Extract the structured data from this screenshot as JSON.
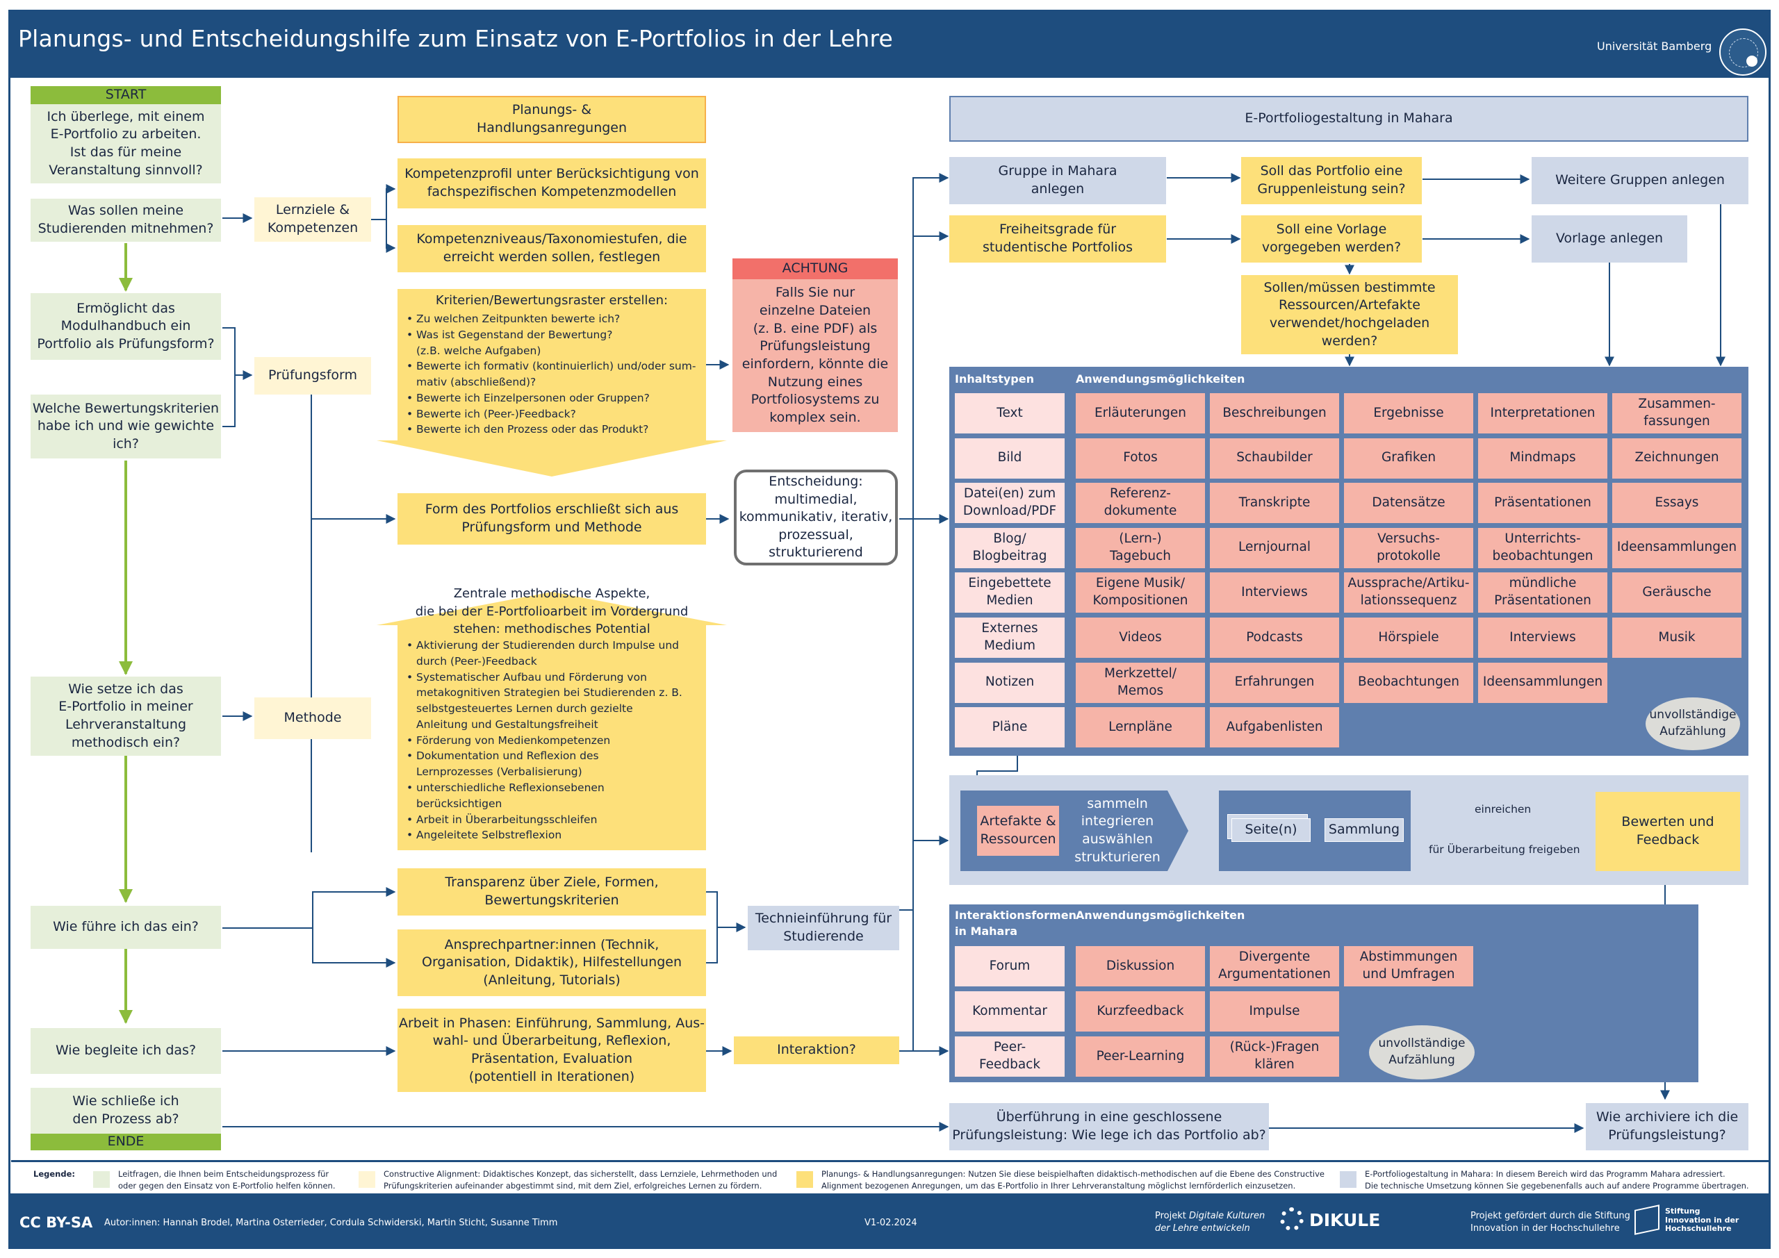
{
  "header": {
    "title": "Planungs- und Entscheidungshilfe zum Einsatz von E-Portfolios in der Lehre",
    "university": "Universität Bamberg"
  },
  "flow": {
    "start": "START",
    "end": "ENDE",
    "questions": [
      "Ich überlege, mit einem\nE-Portfolio zu arbeiten.\nIst das für meine\nVeranstaltung sinnvoll?",
      "Was sollen meine\nStudierenden mitnehmen?",
      "Ermöglicht das\nModulhandbuch ein\nPortfolio als Prüfungsform?",
      "Welche Bewertungskriterien\nhabe ich und wie gewichte\nich?",
      "Wie setze ich das\nE-Portfolio in meiner\nLehrveranstaltung\nmethodisch ein?",
      "Wie führe ich das ein?",
      "Wie begleite ich das?",
      "Wie schließe ich\nden Prozess ab?"
    ]
  },
  "alignment": {
    "lernziele": "Lernziele &\nKompetenzen",
    "pruefungsform": "Prüfungsform",
    "methode": "Methode"
  },
  "planning": {
    "header": "Planungs- &\nHandlungsanregungen",
    "kompetenzprofil": "Kompetenzprofil unter Berücksichtigung von\nfachspezifischen Kompetenzmodellen",
    "kompetenzniveaus": "Kompetenzniveaus/Taxonomiestufen, die\nerreicht werden sollen, festlegen",
    "kriterien_title": "Kriterien/Bewertungsraster erstellen:",
    "kriterien_items": [
      "Zu welchen Zeitpunkten bewerte ich?",
      "Was ist Gegenstand der Bewertung?\n(z.B. welche Aufgaben)",
      "Bewerte ich formativ (kontinuierlich) und/oder sum-\nmativ (abschließend)?",
      "Bewerte ich Einzelpersonen oder Gruppen?",
      "Bewerte ich (Peer-)Feedback?",
      "Bewerte ich den Prozess oder das Produkt?"
    ],
    "form": "Form des Portfolios erschließt sich aus\nPrüfungsform und Methode",
    "zentrale_title": "Zentrale methodische Aspekte,\ndie bei der E-Portfolioarbeit im Vordergrund\nstehen: methodisches Potential",
    "zentrale_items": [
      "Aktivierung der Studierenden durch Impulse und\ndurch (Peer-)Feedback",
      "Systematischer Aufbau und Förderung von\nmetakognitiven Strategien bei Studierenden z. B.\nselbstgesteuertes Lernen durch gezielte\nAnleitung und Gestaltungsfreiheit",
      "Förderung von Medienkompetenzen",
      "Dokumentation und Reflexion des\nLernprozesses (Verbalisierung)",
      "unterschiedliche Reflexionsebenen\nberücksichtigen",
      "Arbeit in Überarbeitungsschleifen",
      "Angeleitete Selbstreflexion"
    ],
    "transparenz": "Transparenz über Ziele, Formen,\nBewertungskriterien",
    "ansprechpartner": "Ansprechpartner:innen (Technik,\nOrganisation, Didaktik), Hilfestellungen\n(Anleitung, Tutorials)",
    "phasen": "Arbeit in Phasen: Einführung, Sammlung, Aus-\nwahl- und Überarbeitung, Reflexion,\nPräsentation, Evaluation\n(potentiell in Iterationen)",
    "achtung_title": "ACHTUNG",
    "achtung_text": "Falls Sie nur\neinzelne Dateien\n(z. B. eine PDF) als\nPrüfungsleistung\neinfordern, könnte die\nNutzung eines\nPortfoliosystems zu\nkomplex sein.",
    "entscheidung": "Entscheidung:\nmultimedial,\nkommunikativ, iterativ,\nprozessual,\nstrukturierend",
    "techniken": "Techniеinführung für\nStudierende",
    "interaktion": "Interaktion?"
  },
  "mahara": {
    "header": "E-Portfoliogestaltung in Mahara",
    "gruppe": "Gruppe in Mahara\nanlegen",
    "gruppenleistung": "Soll das Portfolio eine\nGruppenleistung sein?",
    "weitere": "Weitere Gruppen anlegen",
    "freiheit": "Freiheitsgrade für\nstudentische Portfolios",
    "vorlage_q": "Soll eine Vorlage\nvorgegeben werden?",
    "vorlage": "Vorlage anlegen",
    "ressourcen_q": "Sollen/müssen bestimmte\nRessourcen/Artefakte\nverwendet/hochgeladen\nwerden?",
    "inhalt_header1": "Inhaltstypen",
    "inhalt_header2": "Anwendungsmöglichkeiten",
    "inhalt_rows": [
      {
        "type": "Text",
        "apps": [
          "Erläuterungen",
          "Beschreibungen",
          "Ergebnisse",
          "Interpretationen",
          "Zusammen-\nfassungen"
        ]
      },
      {
        "type": "Bild",
        "apps": [
          "Fotos",
          "Schaubilder",
          "Grafiken",
          "Mindmaps",
          "Zeichnungen"
        ]
      },
      {
        "type": "Datei(en) zum\nDownload/PDF",
        "apps": [
          "Referenz-\ndokumente",
          "Transkripte",
          "Datensätze",
          "Präsentationen",
          "Essays"
        ]
      },
      {
        "type": "Blog/\nBlogbeitrag",
        "apps": [
          "(Lern-)\nTagebuch",
          "Lernjournal",
          "Versuchs-\nprotokolle",
          "Unterrichts-\nbeobachtungen",
          "Ideensammlungen"
        ]
      },
      {
        "type": "Eingebettete\nMedien",
        "apps": [
          "Eigene Musik/\nKompositionen",
          "Interviews",
          "Aussprache/Artiku-\nlationssequenz",
          "mündliche\nPräsentationen",
          "Geräusche"
        ]
      },
      {
        "type": "Externes\nMedium",
        "apps": [
          "Videos",
          "Podcasts",
          "Hörspiele",
          "Interviews",
          "Musik"
        ]
      },
      {
        "type": "Notizen",
        "apps": [
          "Merkzettel/\nMemos",
          "Erfahrungen",
          "Beobachtungen",
          "Ideensammlungen"
        ]
      },
      {
        "type": "Pläne",
        "apps": [
          "Lernpläne",
          "Aufgabenlisten"
        ]
      }
    ],
    "unvollstaendig": "unvollständige\nAufzählung",
    "artefakte": "Artefakte &\nRessourcen",
    "sammeln": "sammeln\nintegrieren\nauswählen\nstrukturieren",
    "seiten": "Seite(n)",
    "sammlung": "Sammlung",
    "einreichen": "einreichen",
    "freigeben": "für Überarbeitung freigeben",
    "bewerten": "Bewerten und\nFeedback",
    "inter_header1": "Interaktionsformen\nin Mahara",
    "inter_header2": "Anwendungsmöglichkeiten",
    "inter_rows": [
      {
        "type": "Forum",
        "apps": [
          "Diskussion",
          "Divergente\nArgumentationen",
          "Abstimmungen\nund Umfragen"
        ]
      },
      {
        "type": "Kommentar",
        "apps": [
          "Kurzfeedback",
          "Impulse"
        ]
      },
      {
        "type": "Peer-\nFeedback",
        "apps": [
          "Peer-Learning",
          "(Rück-)Fragen\nklären"
        ]
      }
    ],
    "ueberfuehrung": "Überführung in eine geschlossene\nPrüfungsleistung: Wie lege ich das Portfolio ab?",
    "archiv": "Wie archiviere ich die\nPrüfungsleistung?"
  },
  "legend": {
    "label": "Legende:",
    "items": [
      {
        "text": "Leitfragen, die Ihnen beim Entscheidungsprozess für\noder gegen den Einsatz von E-Portfolio helfen können.",
        "color": "#e6efda"
      },
      {
        "text": "Constructive Alignment: Didaktisches Konzept, das sicherstellt, dass Lernziele, Lehrmethoden und\nPrüfungskriterien aufeinander abgestimmt sind, mit dem Ziel, erfolgreiches Lernen zu fördern.",
        "color": "#fff5d4"
      },
      {
        "text": "Planungs- & Handlungsanregungen: Nutzen Sie diese beispielhaften didaktisch-methodischen auf die Ebene des Constructive\nAlignment bezogenen Anregungen, um das E-Portfolio in Ihrer Lehrveranstaltung möglichst lernförderlich einzusetzen.",
        "color": "#fde07a"
      },
      {
        "text": "E-Portfoliogestaltung in Mahara: In diesem Bereich wird das Programm Mahara adressiert.\nDie technische Umsetzung können Sie gegebenenfalls auch auf andere Programme übertragen.",
        "color": "#cfd8e8"
      }
    ]
  },
  "footer": {
    "license": "CC BY-SA",
    "authors": "Autor:innen: Hannah Brodel, Martina Osterrieder, Cordula Schwiderski, Martin Sticht, Susanne Timm",
    "version": "V1-02.2024",
    "project1": "Projekt ",
    "project2": "Digitale Kulturen",
    "project3": "der Lehre entwickeln",
    "dikule": "DIKULE",
    "funding": "Projekt gefördert durch die Stiftung\nInnovation in der Hochschullehre",
    "stiftung": "Stiftung\nInnovation in der\nHochschullehre"
  },
  "colors": {
    "navy": "#1e4d7e",
    "start_green": "#8cbc3c",
    "arrow_green": "#8cbc3c",
    "planning_yellow": "#fde07a",
    "alignment_cream": "#fff5d4",
    "question_green": "#e6efda",
    "mahara_grey": "#cfd8e8",
    "panel_blue": "#5f7fae",
    "salmon": "#f6b4a8",
    "achtung_red": "#f2706a"
  }
}
